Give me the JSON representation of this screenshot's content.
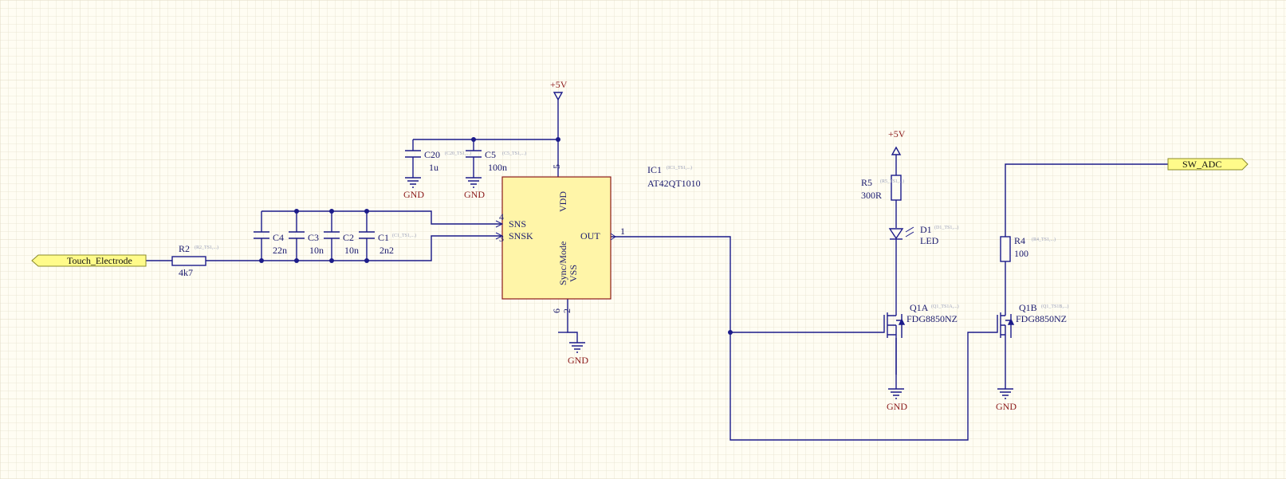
{
  "colors": {
    "background": "#fffdf3",
    "grid": "#ebe6d5",
    "wire": "#1b1b8a",
    "ic_fill": "#fff5a8",
    "ic_stroke": "#8b1a1a",
    "power_label": "#8b1a1a",
    "port_fill": "#fffb8a",
    "designator": "#1a1a6e",
    "hidden_text": "#9aa0b8"
  },
  "ports": {
    "touch_electrode": "Touch_Electrode",
    "sw_adc": "SW_ADC"
  },
  "power": {
    "vcc": "+5V",
    "gnd": "GND"
  },
  "ic1": {
    "designator": "IC1",
    "part": "AT42QT1010",
    "hidden": "(IC1_TS1,...)",
    "pins": {
      "vdd": "VDD",
      "sns": "SNS",
      "snsk": "SNSK",
      "out": "OUT",
      "sync_mode": "Sync/Mode",
      "vss": "VSS"
    },
    "pin_numbers": {
      "vdd": "5",
      "sns": "4",
      "snsk": "3",
      "out": "1",
      "sync_mode": "6",
      "vss": "2"
    }
  },
  "components": {
    "r2": {
      "designator": "R2",
      "value": "4k7",
      "hidden": "(R2_TS1,...)"
    },
    "c4": {
      "designator": "C4",
      "value": "22n"
    },
    "c3": {
      "designator": "C3",
      "value": "10n"
    },
    "c2": {
      "designator": "C2",
      "value": "10n"
    },
    "c1": {
      "designator": "C1",
      "value": "2n2",
      "hidden": "(C1_TS1,...)"
    },
    "c20": {
      "designator": "C20",
      "value": "1u",
      "hidden": "(C20_TS1,...)"
    },
    "c5": {
      "designator": "C5",
      "value": "100n",
      "hidden": "(C5_TS1,...)"
    },
    "r5": {
      "designator": "R5",
      "value": "300R",
      "hidden": "(R5_TS1,...)"
    },
    "d1": {
      "designator": "D1",
      "value": "LED",
      "hidden": "(D1_TS1,...)"
    },
    "r4": {
      "designator": "R4",
      "value": "100",
      "hidden": "(R4_TS1,...)"
    },
    "q1a": {
      "designator": "Q1A",
      "value": "FDG8850NZ",
      "hidden": "(Q1_TS1A,...)"
    },
    "q1b": {
      "designator": "Q1B",
      "value": "FDG8850NZ",
      "hidden": "(Q1_TS1B,...)"
    }
  }
}
